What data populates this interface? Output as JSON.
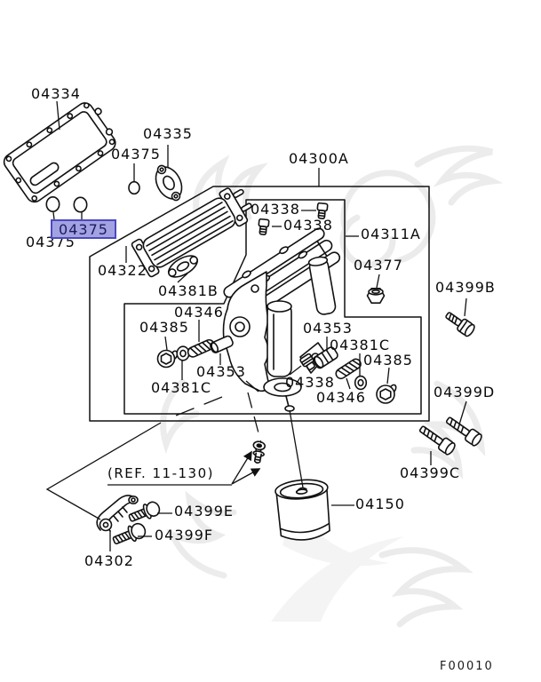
{
  "diagram": {
    "figure_code": "F00010",
    "ref_note": "(REF. 11-130)",
    "selected_part": "04375",
    "highlight": {
      "fill": "#a2a2e2",
      "border": "#4a4ac0",
      "text_color": "#1a1a60"
    },
    "line_color": "#111111",
    "watermark_color": "#dcdcdc",
    "labels": [
      "04334",
      "04335",
      "04375",
      "04300A",
      "04338",
      "04338",
      "04311A",
      "04375",
      "04322",
      "04377",
      "04399B",
      "04381B",
      "04346",
      "04385",
      "04353",
      "04381C",
      "04385",
      "04353",
      "04381C",
      "04338",
      "04346",
      "04399D",
      "04399C",
      "04399E",
      "04399F",
      "04302",
      "04150"
    ]
  }
}
